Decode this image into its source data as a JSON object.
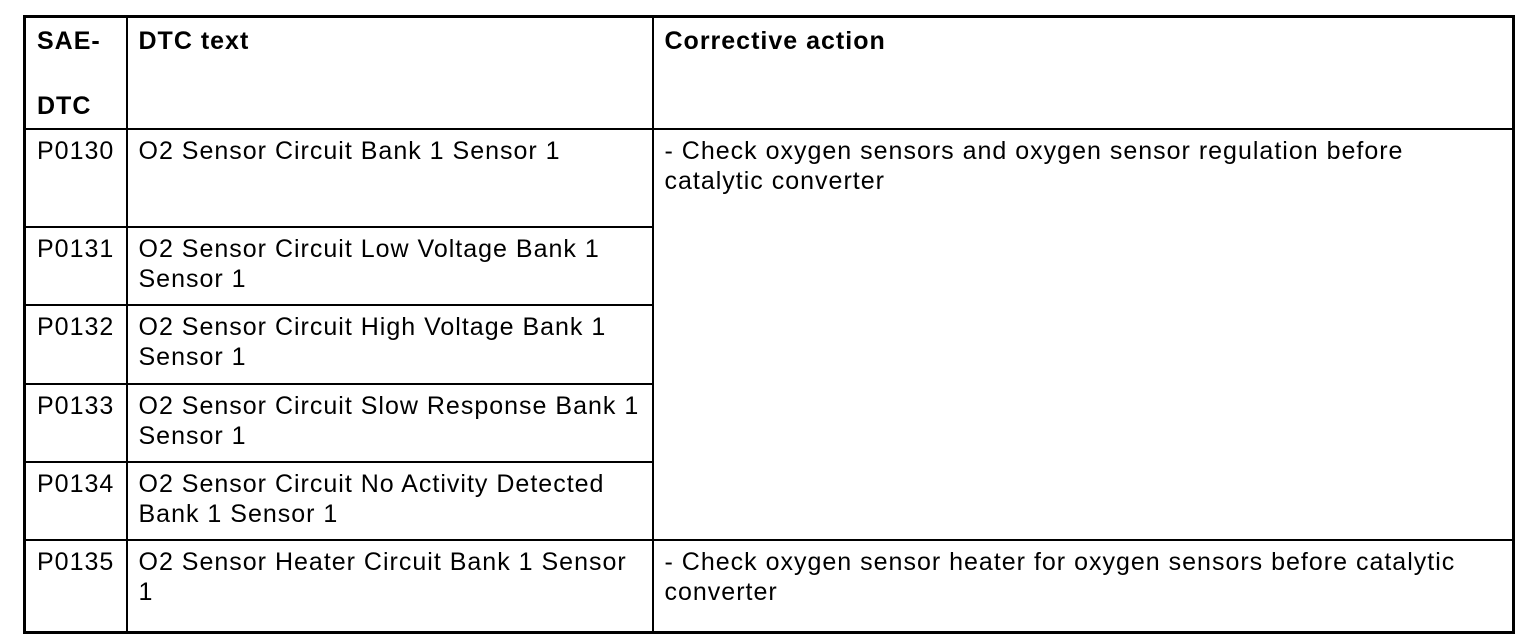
{
  "page": {
    "background_color": "#ffffff",
    "text_color": "#000000",
    "border_color": "#000000"
  },
  "table": {
    "header": {
      "col1_line1": "SAE-",
      "col1_line2": "DTC",
      "col2": "DTC text",
      "col3": "Corrective action"
    },
    "rows": [
      {
        "code": "P0130",
        "dtc_text": "O2 Sensor Circuit Bank 1 Sensor 1"
      },
      {
        "code": "P0131",
        "dtc_text": "O2 Sensor Circuit Low Voltage Bank 1 Sensor 1"
      },
      {
        "code": "P0132",
        "dtc_text": "O2 Sensor Circuit High Voltage Bank 1 Sensor 1"
      },
      {
        "code": "P0133",
        "dtc_text": "O2 Sensor Circuit Slow Response Bank 1 Sensor 1"
      },
      {
        "code": "P0134",
        "dtc_text": "O2 Sensor Circuit No Activity Detected Bank 1 Sensor 1"
      },
      {
        "code": "P0135",
        "dtc_text": "O2 Sensor Heater Circuit Bank 1 Sensor 1"
      }
    ],
    "corrective_actions": [
      "- Check oxygen sensors and oxygen sensor regulation before catalytic converter",
      "- Check oxygen sensor heater for oxygen sensors before catalytic converter"
    ]
  }
}
